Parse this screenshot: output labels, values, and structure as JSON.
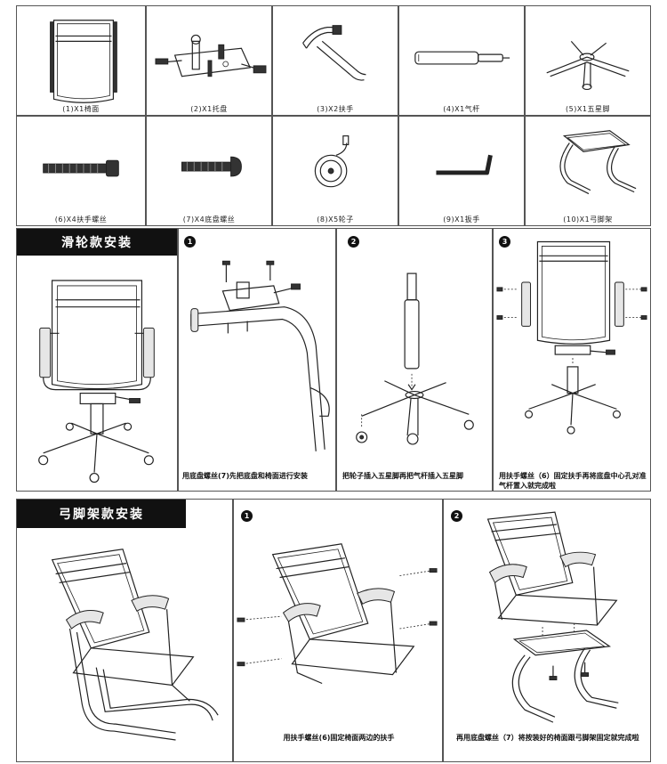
{
  "parts": [
    {
      "label": "(1)X1椅面",
      "icon": "seat-back-icon"
    },
    {
      "label": "(2)X1托盘",
      "icon": "chair-mechanism-icon"
    },
    {
      "label": "(3)X2扶手",
      "icon": "armrest-icon"
    },
    {
      "label": "(4)X1气杆",
      "icon": "gas-lift-icon"
    },
    {
      "label": "(5)X1五星脚",
      "icon": "five-star-base-icon"
    },
    {
      "label": "(6)X4扶手螺丝",
      "icon": "armrest-screw-icon"
    },
    {
      "label": "(7)X4底盘螺丝",
      "icon": "base-screw-icon"
    },
    {
      "label": "(8)X5轮子",
      "icon": "caster-wheel-icon"
    },
    {
      "label": "(9)X1扳手",
      "icon": "hex-key-icon"
    },
    {
      "label": "(10)X1弓脚架",
      "icon": "sled-base-icon"
    }
  ],
  "section1": {
    "title": "滑轮款安装",
    "steps": [
      {
        "num": "1",
        "text": "用底盘螺丝(7)先把底盘和椅面进行安装"
      },
      {
        "num": "2",
        "text": "把轮子插入五星脚再把气杆插入五星脚"
      },
      {
        "num": "3",
        "text": "用扶手螺丝（6）固定扶手再将底盘中心孔对准气杆置入就完成啦"
      }
    ]
  },
  "section2": {
    "title": "弓脚架款安装",
    "steps": [
      {
        "num": "1",
        "text": "用扶手螺丝(6)固定椅面两边的扶手"
      },
      {
        "num": "2",
        "text": "再用底盘螺丝（7）将按装好的椅面跟弓脚架固定就完成啦"
      }
    ]
  }
}
